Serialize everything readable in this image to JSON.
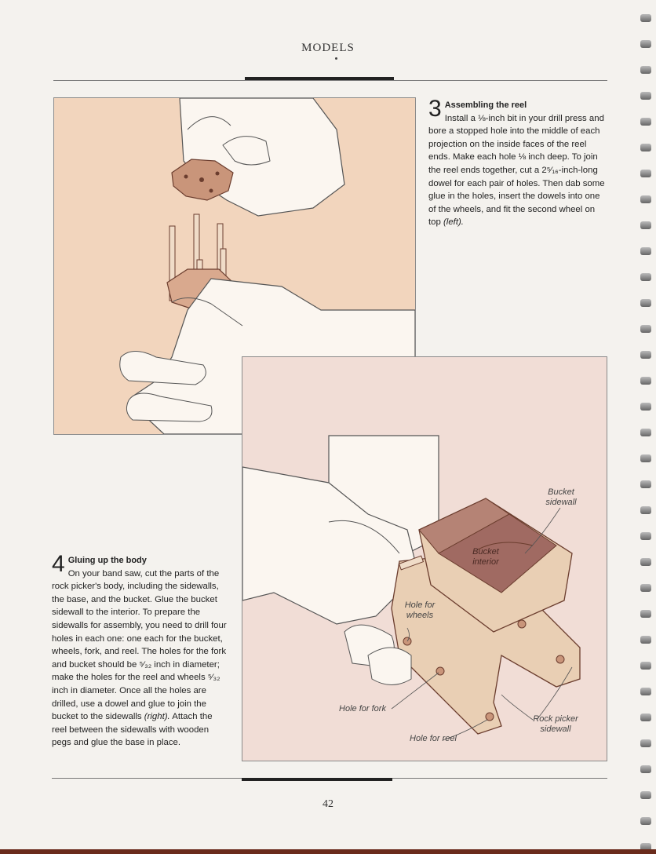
{
  "header": {
    "title": "MODELS"
  },
  "page_number": "42",
  "steps": [
    {
      "number": "3",
      "title": "Assembling the reel",
      "text": "Install a ⅛-inch bit in your drill press and bore a stopped hole into the middle of each projection on the inside faces of the reel ends. Make each hole ⅛ inch deep. To join the reel ends together, cut a 2⁵⁄₁₆-inch-long dowel for each pair of holes. Then dab some glue in the holes, insert the dowels into one of the wheels, and fit the second wheel on top",
      "ref": "(left)."
    },
    {
      "number": "4",
      "title": "Gluing up the body",
      "text": "On your band saw, cut the parts of the rock picker's body, including the sidewalls, the base, and the bucket. Glue the bucket sidewall to the interior. To prepare the sidewalls for assembly, you need to drill four holes in each one: one each for the bucket, wheels, fork, and reel. The holes for the fork and bucket should be ⁵⁄₃₂ inch in diameter; make the holes for the reel and wheels ⁵⁄₃₂ inch in diameter. Once all the holes are drilled, use a dowel and glue to join the bucket to the sidewalls",
      "ref": "(right).",
      "text_after": " Attach the reel between the sidewalls with wooden pegs and glue the base in place."
    }
  ],
  "callouts": {
    "bucket_sidewall": [
      "Bucket",
      "sidewall"
    ],
    "bucket_interior": [
      "Bucket",
      "interior"
    ],
    "hole_for_wheels": [
      "Hole for",
      "wheels"
    ],
    "hole_for_fork": "Hole for fork",
    "hole_for_reel": "Hole for reel",
    "rock_picker_sidewall": [
      "Rock picker",
      "sidewall"
    ]
  },
  "colors": {
    "skin_background": "#f2d5bd",
    "bench_gray": "#b7bccb",
    "wood": "#e9cfb4",
    "bucket_interior": "#a06a62",
    "page": "#f4f2ee"
  }
}
